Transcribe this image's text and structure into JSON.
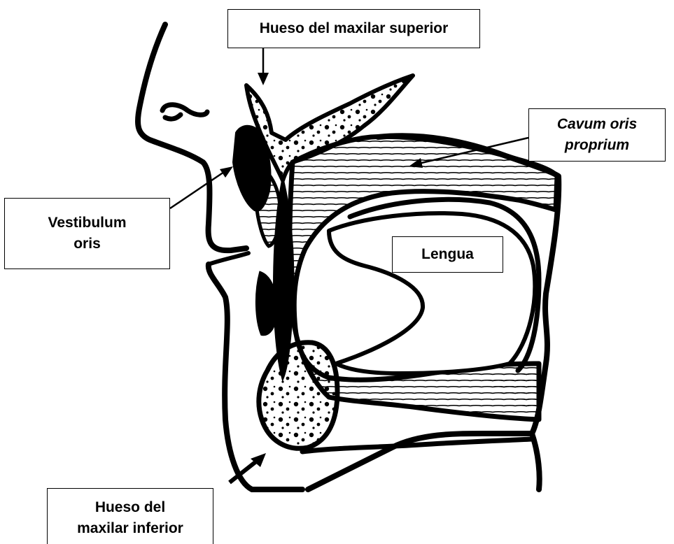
{
  "labels": {
    "maxilar_superior": "Hueso del maxilar superior",
    "cavum_line1": "Cavum oris",
    "cavum_line2": "proprium",
    "vestibulum_line1": "Vestibulum",
    "vestibulum_line2": "oris",
    "lengua": "Lengua",
    "maxilar_inferior_line1": "Hueso del",
    "maxilar_inferior_line2": "maxilar inferior"
  },
  "colors": {
    "ink": "#000000",
    "background": "#ffffff"
  }
}
